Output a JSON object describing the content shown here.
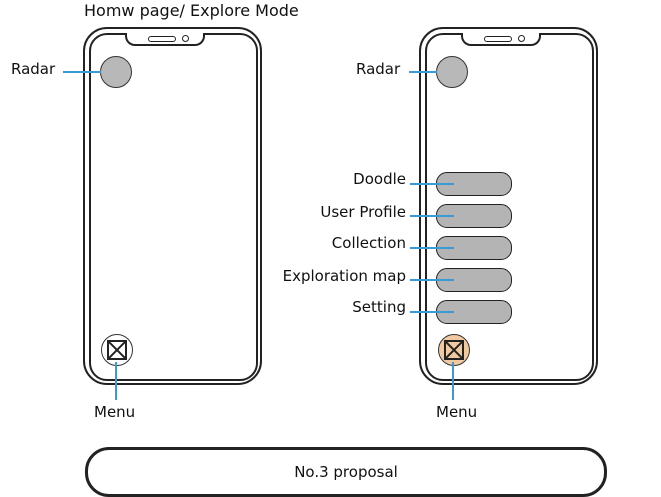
{
  "page_title": "Homw page/ Explore Mode",
  "left_phone": {
    "radar_label": "Radar",
    "menu_label": "Menu",
    "menu_icon": "x-box-icon"
  },
  "right_phone": {
    "radar_label": "Radar",
    "menu_label": "Menu",
    "menu_icon": "x-box-icon",
    "menu_items": [
      {
        "label": "Doodle"
      },
      {
        "label": "User Profile"
      },
      {
        "label": "Collection"
      },
      {
        "label": "Exploration map"
      },
      {
        "label": "Setting"
      }
    ]
  },
  "proposal_label": "No.3 proposal",
  "colors": {
    "connector": "#3b9ad5",
    "button_fill": "#b4b4b4",
    "active_menu_fill": "#f0c9a0",
    "outline": "#222222"
  }
}
